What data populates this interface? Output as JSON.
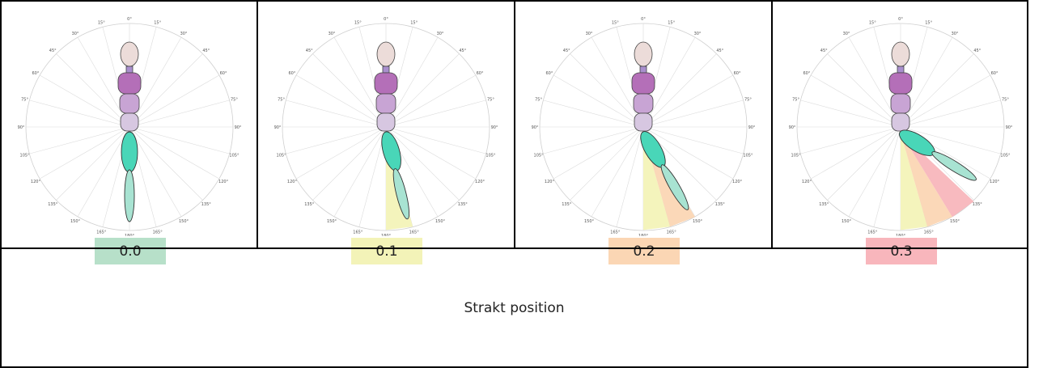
{
  "panels": [
    {
      "value": "0.0",
      "badge_color": "#b7e0c9",
      "lower_angle_deg": 0,
      "upper_angle_deg": 0
    },
    {
      "value": "0.1",
      "badge_color": "#f3f3b8",
      "lower_angle_deg": 14,
      "upper_angle_deg": 16
    },
    {
      "value": "0.2",
      "badge_color": "#fbd6b4",
      "lower_angle_deg": 30,
      "upper_angle_deg": 30
    },
    {
      "value": "0.3",
      "badge_color": "#f8b6bc",
      "lower_angle_deg": 58,
      "upper_angle_deg": 58
    }
  ],
  "sector_colors": [
    "#f3f3b8",
    "#fbd6b4",
    "#f8b6bc"
  ],
  "body_colors": {
    "head": "#ecdcd9",
    "neck": "#a98fce",
    "upper_torso": "#b46fb8",
    "mid_torso": "#c8a4d4",
    "lower_torso": "#d7c7e1",
    "upper_leg": "#49d6b8",
    "lower_leg": "#a8e3d2"
  },
  "dial_ticks": [
    "0°",
    "15°",
    "30°",
    "45°",
    "60°",
    "75°",
    "90°",
    "105°",
    "120°",
    "135°",
    "150°",
    "165°",
    "180°",
    "165°",
    "150°",
    "135°",
    "120°",
    "105°",
    "90°",
    "75°",
    "60°",
    "45°",
    "30°",
    "15°"
  ],
  "caption": "Strakt position"
}
